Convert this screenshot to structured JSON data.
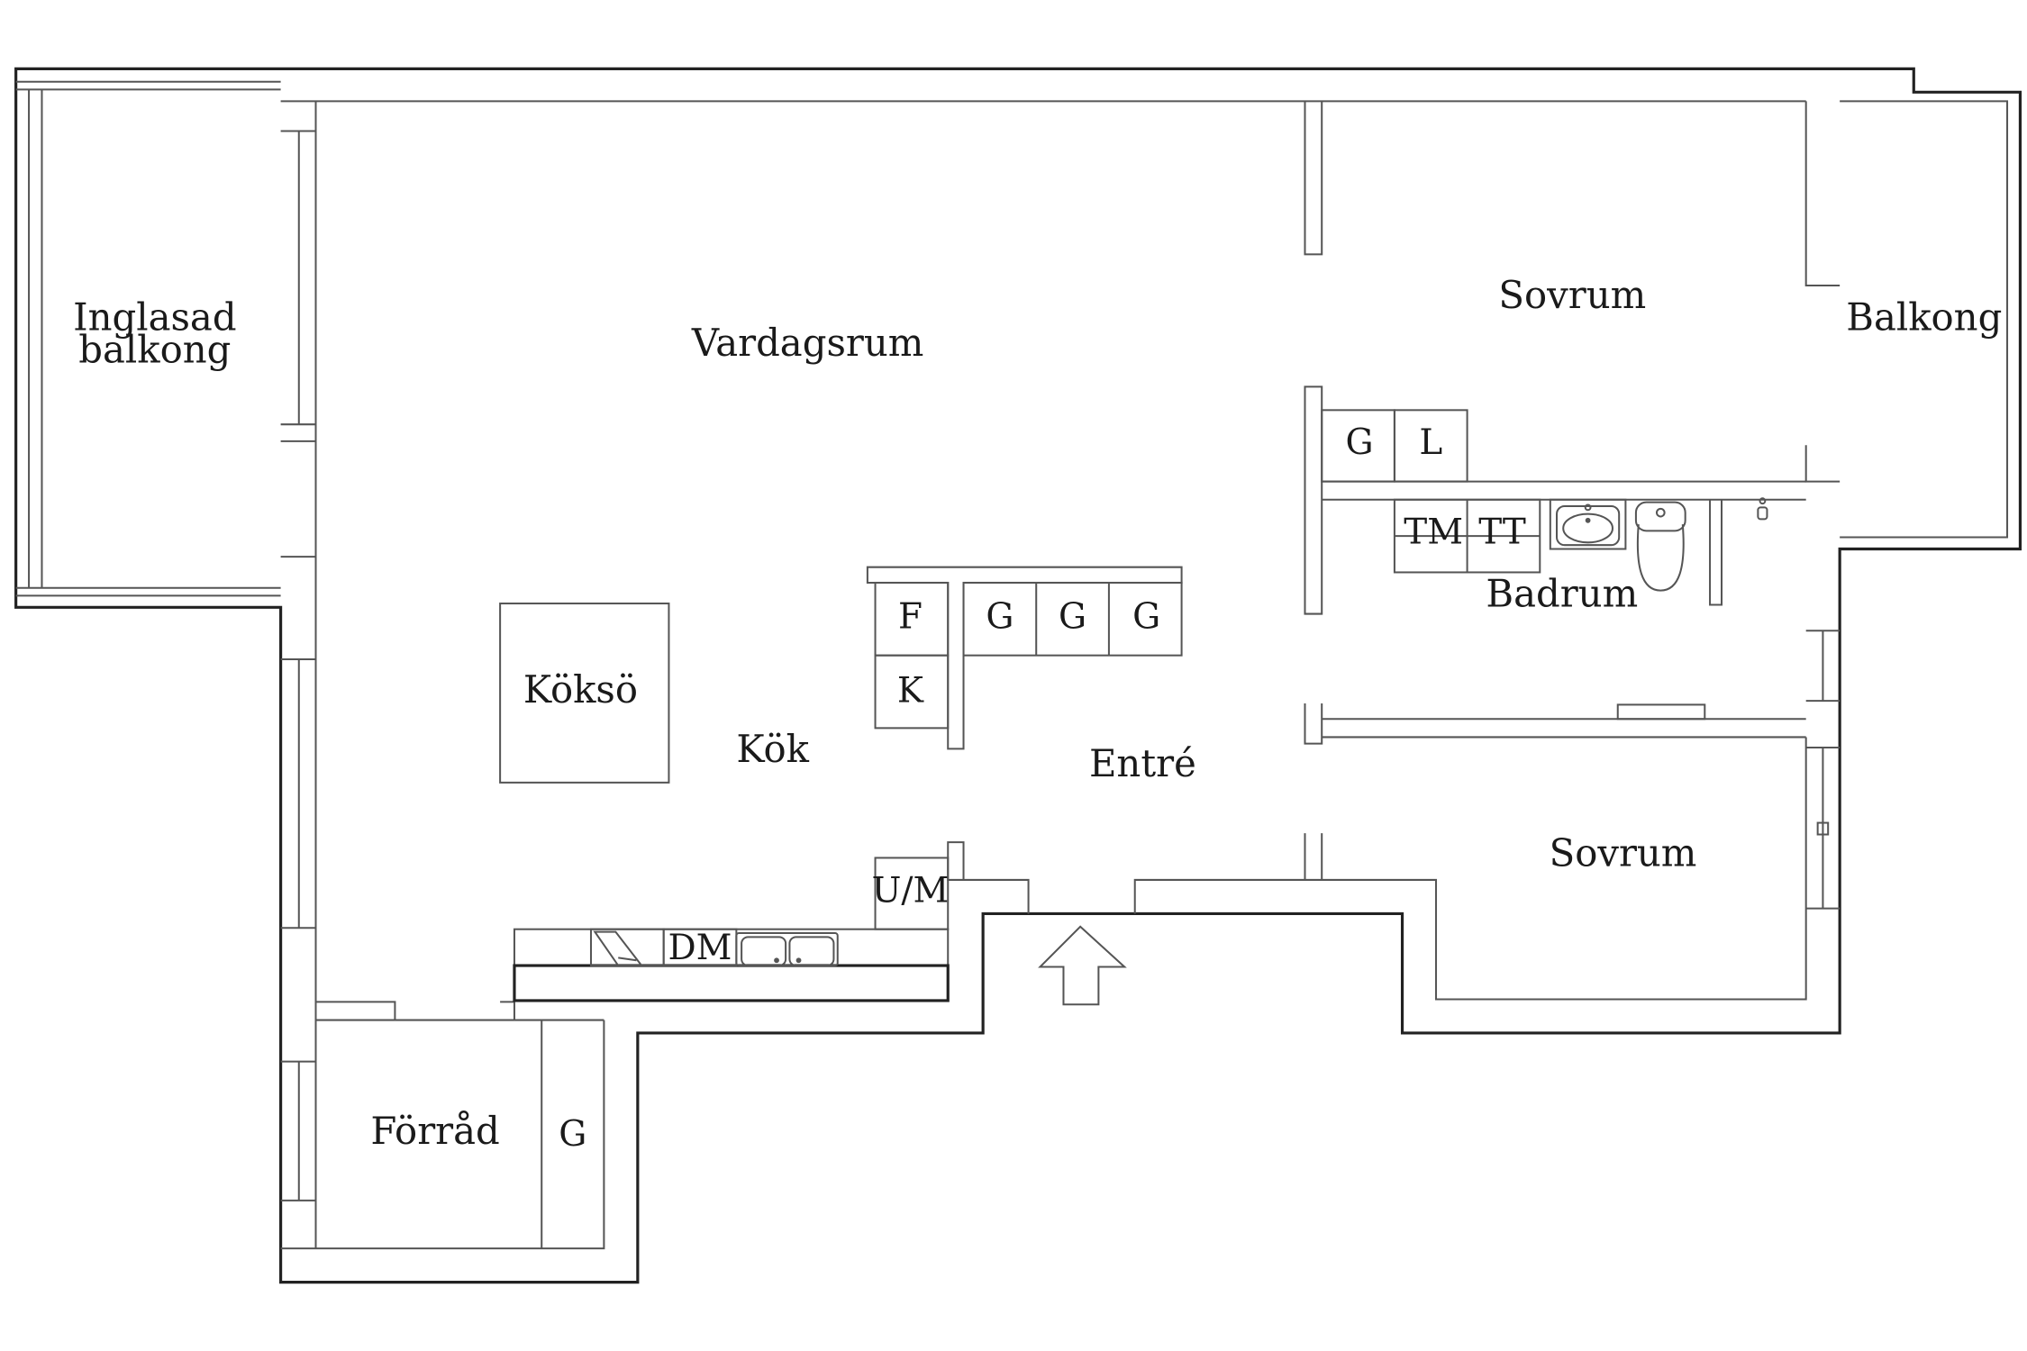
{
  "rooms": {
    "glazed_balcony_line1": "Inglasad",
    "glazed_balcony_line2": "balkong",
    "living_room": "Vardagsrum",
    "bedroom_top": "Sovrum",
    "balcony": "Balkong",
    "kitchen_island": "Köksö",
    "kitchen": "Kök",
    "entrance": "Entré",
    "bathroom": "Badrum",
    "bedroom_bottom": "Sovrum",
    "storage": "Förråd"
  },
  "fixtures": {
    "closet_bedroom": "G",
    "linen_closet": "L",
    "washing_machine": "TM",
    "tumble_dryer": "TT",
    "fridge": "F",
    "freezer": "K",
    "closet_hall_1": "G",
    "closet_hall_2": "G",
    "closet_hall_3": "G",
    "oven_microwave": "U/M",
    "dishwasher": "DM",
    "closet_storage": "G"
  },
  "colors": {
    "wall": "#222222",
    "thin_line": "#555555",
    "background": "#ffffff"
  }
}
